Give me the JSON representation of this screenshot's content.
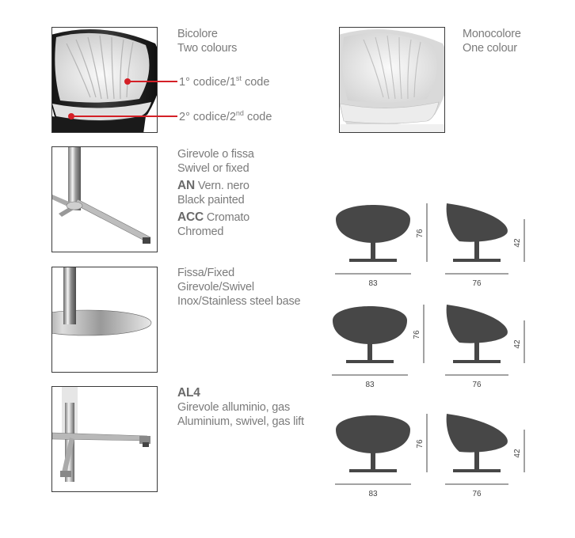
{
  "colours": {
    "bicolore_it": "Bicolore",
    "bicolore_en": "Two colours",
    "code1_prefix": "1° codice/1",
    "code1_sup": "st",
    "code1_suffix": " code",
    "code2_prefix": "2° codice/2",
    "code2_sup": "nd",
    "code2_suffix": " code",
    "monocolore_it": "Monocolore",
    "monocolore_en": "One colour"
  },
  "base_swivel": {
    "line1": "Girevole o fissa",
    "line2": "Swivel or fixed",
    "an_code": "AN",
    "an_it": " Vern. nero",
    "an_en": "Black painted",
    "acc_code": "ACC",
    "acc_it": " Cromato",
    "acc_en": "Chromed"
  },
  "base_inox": {
    "line1": "Fissa/Fixed",
    "line2": "Girevole/Swivel",
    "line3": "Inox/Stainless steel base"
  },
  "base_al4": {
    "code": "AL4",
    "line1": "Girevole alluminio, gas",
    "line2": "Aluminium, swivel, gas lift"
  },
  "dimensions": [
    {
      "width": "83",
      "height": "76",
      "depth": "76",
      "seat": "42"
    },
    {
      "width": "83",
      "height": "76",
      "depth": "76",
      "seat": "42"
    },
    {
      "width": "83",
      "height": "76",
      "depth": "76",
      "seat": "42"
    }
  ],
  "colors": {
    "accent_red": "#d42027",
    "silhouette": "#474747",
    "frame": "#3a3a3a"
  }
}
